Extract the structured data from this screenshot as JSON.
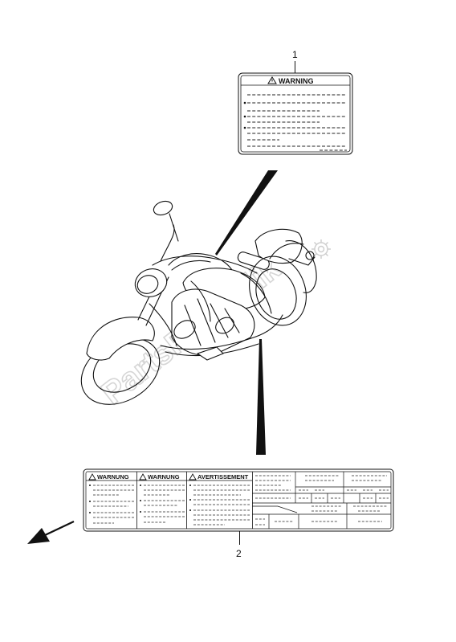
{
  "callouts": {
    "part1": "1",
    "part2": "2"
  },
  "label1": {
    "warning_text": "WARNING"
  },
  "label2": {
    "panels": [
      {
        "title": "WARNUNG"
      },
      {
        "title": "WARNUNG"
      },
      {
        "title": "AVERTISSEMENT"
      }
    ]
  },
  "watermark": {
    "text": "PartsRepublik"
  },
  "icons": {
    "warning": "warning-triangle-icon",
    "gear": "gear-icon",
    "direction": "front-direction-arrow-icon"
  },
  "colors": {
    "line": "#111111",
    "watermark": "#d9d9d9"
  }
}
